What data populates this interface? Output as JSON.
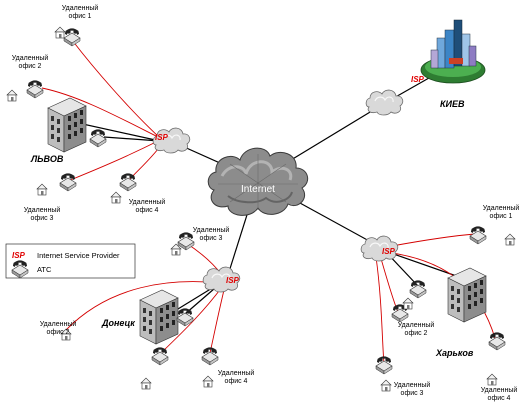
{
  "core": {
    "label": "Internet"
  },
  "isp_label": "ISP",
  "cities": {
    "kiev": "КИЕВ",
    "lviv": "ЛЬВОВ",
    "donetsk": "Донецк",
    "kharkov": "Харьков"
  },
  "offices": {
    "lviv_1": [
      "Удаленный",
      "офис 1"
    ],
    "lviv_2": [
      "Удаленный",
      "офис 2"
    ],
    "lviv_3": [
      "Удаленный",
      "офис 3"
    ],
    "lviv_4": [
      "Удаленный",
      "офис 4"
    ],
    "donetsk_2": [
      "Удаленный",
      "офис 2"
    ],
    "donetsk_3": [
      "Удаленный",
      "офис 3"
    ],
    "donetsk_4": [
      "Удаленный",
      "офис 4"
    ],
    "kharkov_1": [
      "Удаленный",
      "офис 1"
    ],
    "kharkov_2": [
      "Удаленный",
      "офис 2"
    ],
    "kharkov_3": [
      "Удаленный",
      "офис 3"
    ],
    "kharkov_4": [
      "Удаленный",
      "офис 4"
    ]
  },
  "legend": {
    "isp_label": "ISP",
    "isp_text": "Internet Service Provider",
    "atc_text": "АТС"
  },
  "colors": {
    "backbone": "#000000",
    "isp_link": "#d40000",
    "isp_text": "#e00000",
    "cloud_fill": "#d9d9d9",
    "cloud_core": "#8c8c8c"
  }
}
